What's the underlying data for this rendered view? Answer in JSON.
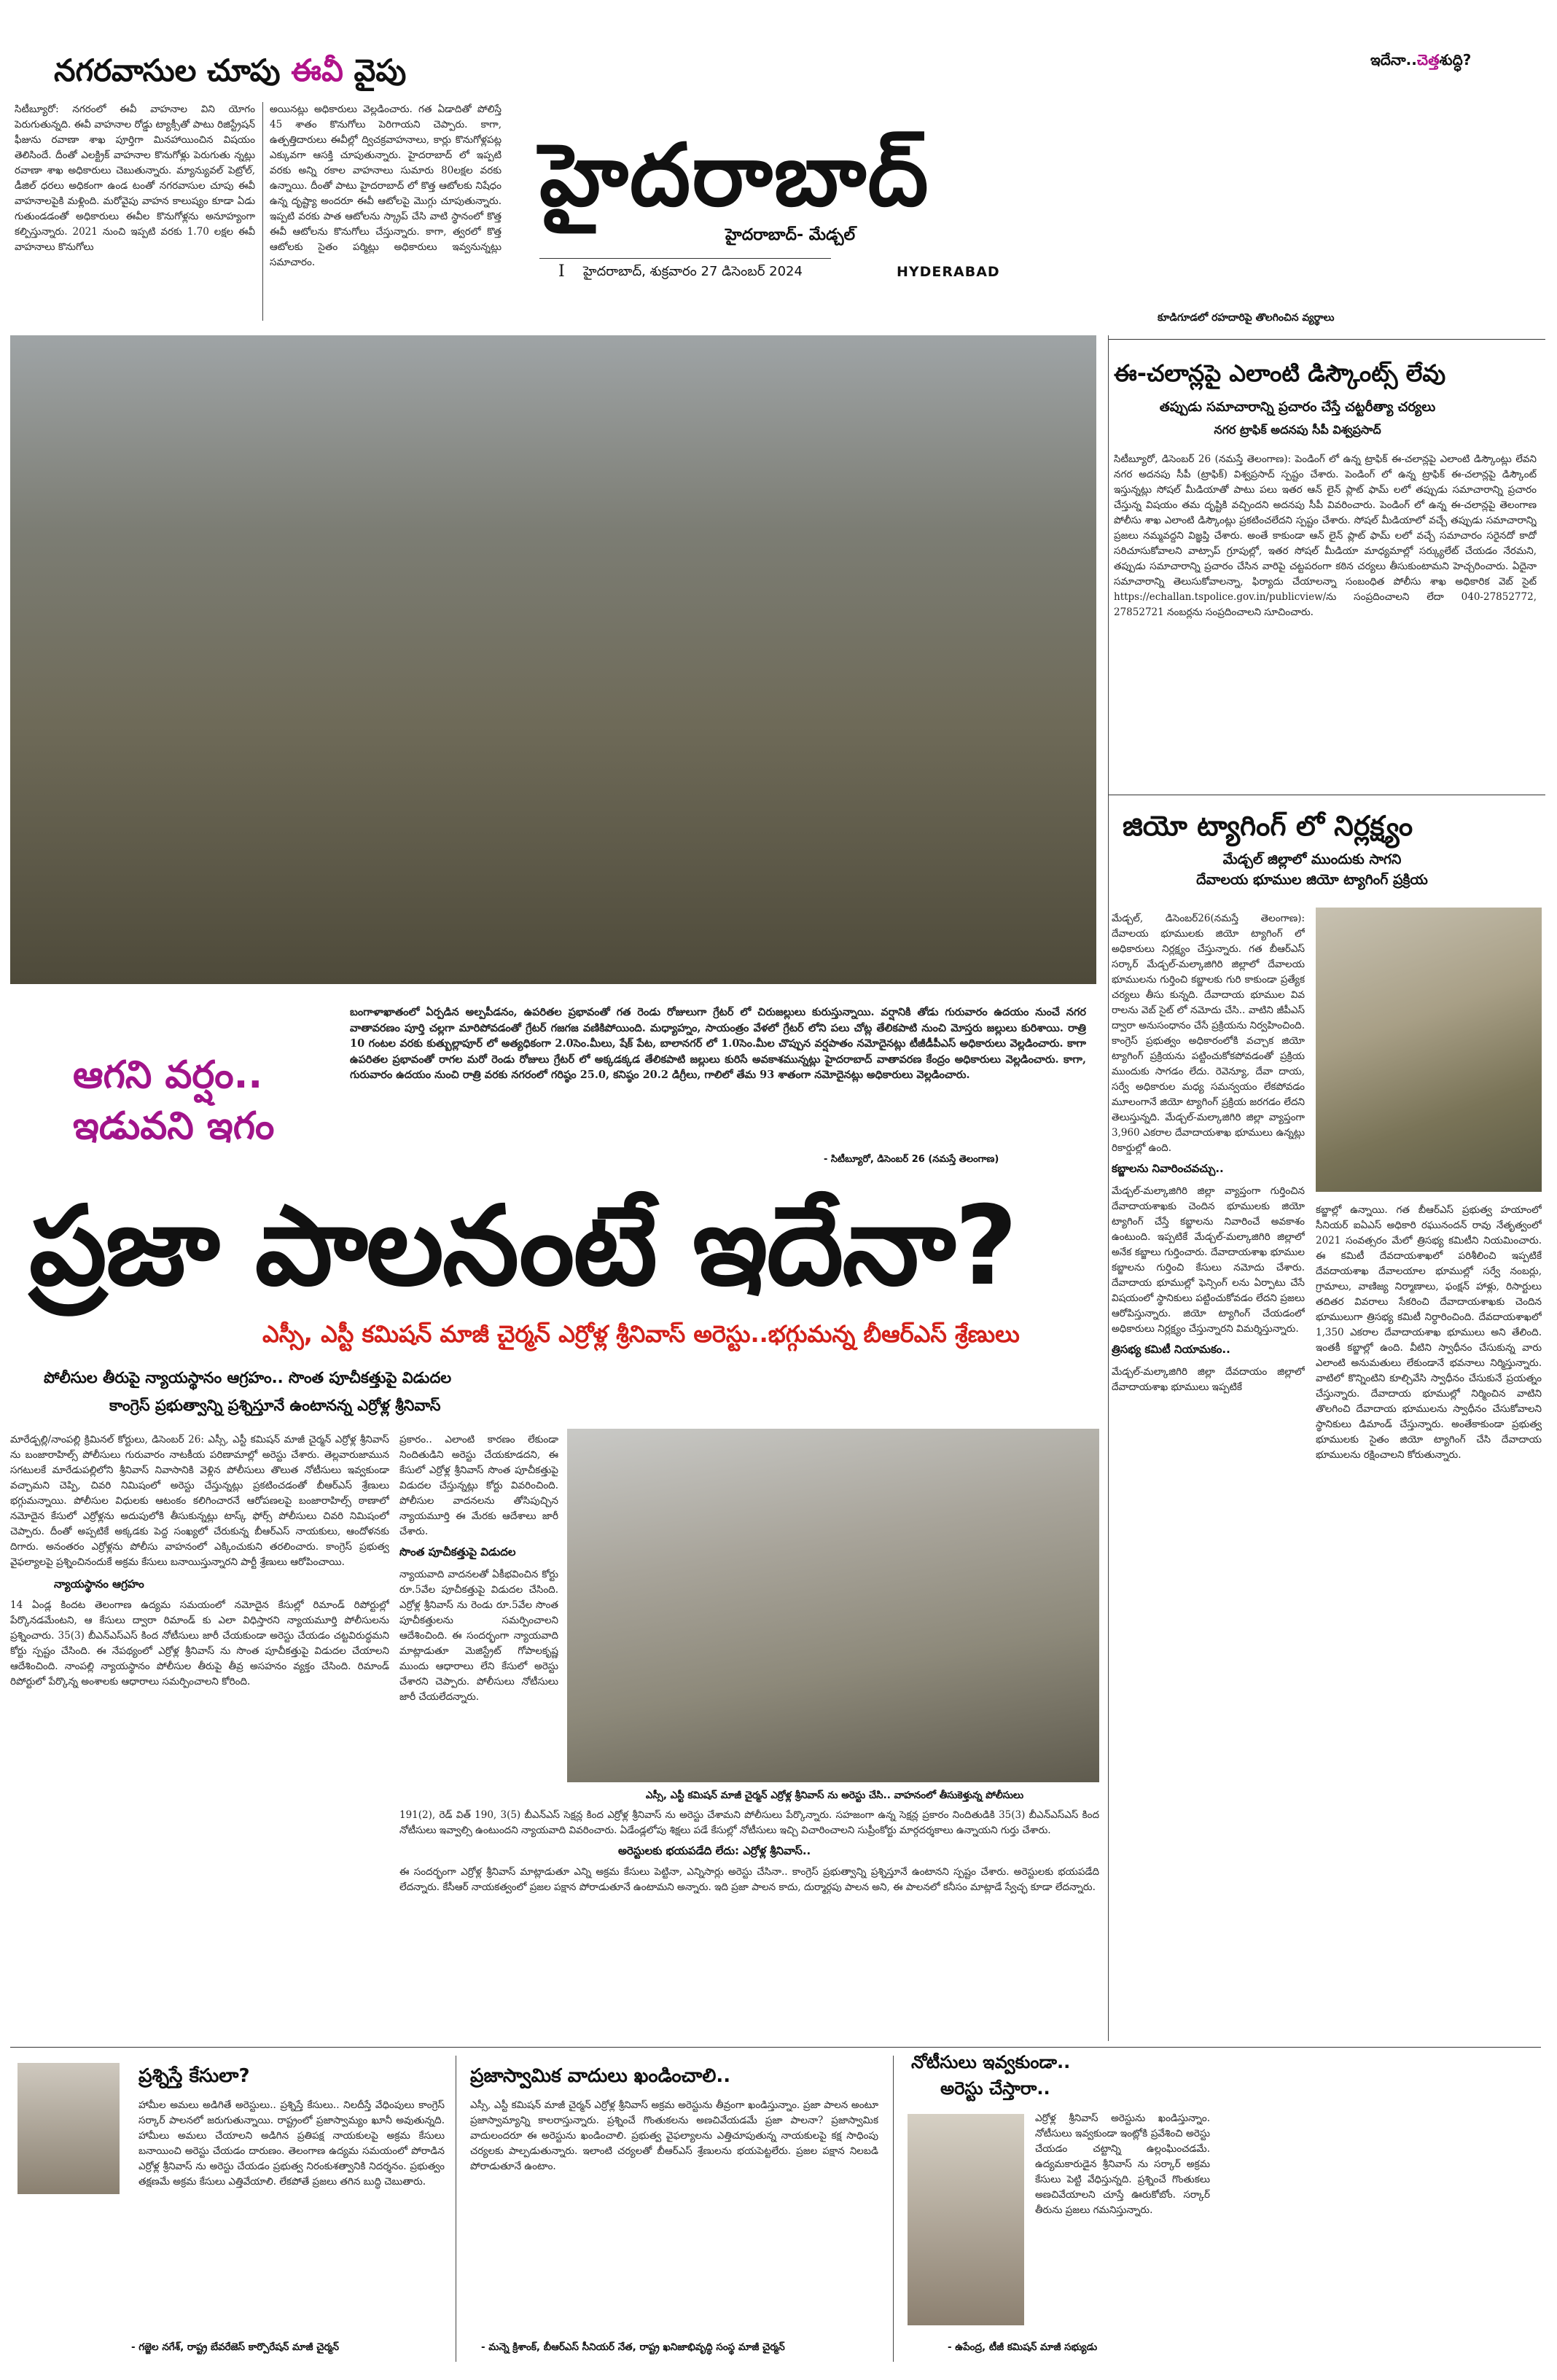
{
  "top_left": {
    "headline_prefix": "నగరవాసుల చూపు ",
    "headline_accent": "ఈవీ",
    "headline_suffix": " వైపు",
    "col1": "సిటీబ్యూరో: నగరంలో ఈవీ వాహనాల విని యోగం పెరుగుతున్నది. ఈవీ వాహనాల రోడ్డు ట్యాక్సీతో పాటు రిజిస్ట్రేషన్ ఫీజును రవాణా శాఖ పూర్తిగా మినహాయించిన విషయం తెలిసిందే. దీంతో ఎలక్ట్రిక్ వాహనాల కొనుగోళ్లు పెరుగుతు న్నట్లు రవాణా శాఖ అధికారులు చెబుతున్నారు. మ్యాన్యువల్ పెట్రోల్, డీజిల్ ధరలు అధికంగా ఉండ టంతో నగరవాసుల చూపు ఈవీ వాహనాలపైకి మళ్లింది. మరోవైపు వాహన కాలుష్యం కూడా ఏడు గుతుండడంతో అధికారులు ఈవీల కొనుగోళ్లను అనూహ్యంగా కల్పిస్తున్నారు. 2021 నుంచి ఇప్పటి వరకు 1.70 లక్షల ఈవీ వాహనాలు కొనుగోలు",
    "col2": "అయినట్లు అధికారులు వెల్లడించారు. గత ఏడాదితో పోలిస్తే 45 శాతం కొనుగోలు పెరిగాయని చెప్పారు. కాగా, ఉత్పత్తిదారులు ఈవీల్లో ద్విచక్రవాహనాలు, కార్లు కొనుగోళ్లపట్ల ఎక్కువగా ఆసక్తి చూపుతున్నారు. హైదరాబాద్ లో ఇప్పటి వరకు అన్ని రకాల వాహనాలు సుమారు 80లక్షల వరకు ఉన్నాయి. దీంతో పాటు హైదరాబాద్ లో కొత్త ఆటోలకు నిషేధం ఉన్న దృష్ట్యా అందరూ ఈవీ ఆటోలపై మొగ్గు చూపుతున్నారు. ఇప్పటి వరకు పాత ఆటోలను స్క్రాప్ చేసి వాటి స్థానంలో కొత్త ఈవీ ఆటోలను కొనుగోలు చేస్తున్నారు. కాగా, త్వరలో కొత్త ఆటోలకు సైతం పర్మిట్లు అధికారులు ఇవ్వనున్నట్లు సమాచారం."
  },
  "masthead": {
    "title": "హైదరాబాద్",
    "subtitle": "హైదరాబాద్- మేడ్చల్",
    "issue_no": "I",
    "dateline": "హైదరాబాద్, శుక్రవారం 27 డిసెంబర్ 2024",
    "english_label": "HYDERABAD"
  },
  "ear": {
    "prefix": "ఇదేనా..",
    "accent": "చెత్త",
    "suffix": "శుద్ధి?"
  },
  "echallan": {
    "kicker": "కూడిగూడలో రహదారిపై తొలగించిన వ్యర్థాలు",
    "headline": "ఈ-చలాన్లపై ఎలాంటి డిస్కౌంట్స్ లేవు",
    "subhead": "తప్పుడు సమాచారాన్ని ప్రచారం చేస్తే చట్టరీత్యా చర్యలు",
    "byline": "నగర ట్రాఫిక్ అదనపు సీపీ విశ్వప్రసాద్",
    "body": "సిటీబ్యూరో, డిసెంబర్ 26 (నమస్తే తెలంగాణ): పెండింగ్ లో ఉన్న ట్రాఫిక్ ఈ-చలాన్లపై ఎలాంటి డిస్కౌంట్లు లేవని నగర అదనపు సీపీ (ట్రాఫిక్) విశ్వప్రసాద్ స్పష్టం చేశారు. పెండింగ్ లో ఉన్న ట్రాఫిక్ ఈ-చలాన్లపై డిస్కౌంట్ ఇస్తున్నట్లు సోషల్ మీడియాతో పాటు పలు ఇతర ఆన్ లైన్ ప్లాట్ ఫామ్ లలో తప్పుడు సమాచారాన్ని ప్రచారం చేస్తున్న విషయం తమ దృష్టికి వచ్చిందని అదనపు సీపీ వివరించారు. పెండింగ్ లో ఉన్న ఈ-చలాన్లపై తెలంగాణ పోలీసు శాఖ ఎలాంటి డిస్కౌంట్లు ప్రకటించలేదని స్పష్టం చేశారు. సోషల్ మీడియాలో వచ్చే తప్పుడు సమాచారాన్ని ప్రజలు నమ్మవద్దని విజ్ఞప్తి చేశారు. అంతే కాకుండా ఆన్ లైన్ ప్లాట్ ఫామ్ లలో వచ్చే సమాచారం సరైనదో కాదో సరిచూసుకోవాలని వాట్సాప్ గ్రూపుల్లో, ఇతర సోషల్ మీడియా మాధ్యమాల్లో సర్క్యులేట్ చేయడం నేరమని, తప్పుడు సమాచారాన్ని ప్రచారం చేసిన వారిపై చట్టపరంగా కఠిన చర్యలు తీసుకుంటామని హెచ్చరించారు. ఏదైనా సమాచారాన్ని తెలుసుకోవాలన్నా, ఫిర్యాదు చేయాలన్నా సంబంధిత పోలీసు శాఖ అధికారిక వెబ్ సైట్ https://echallan.tspolice.gov.in/publicview/ను సంప్రదించాలని లేదా 040-27852772, 27852721 నంబర్లను సంప్రదించాలని సూచించారు."
  },
  "geo": {
    "headline": "జియో ట్యాగింగ్ లో నిర్లక్ష్యం",
    "subhead1": "మేడ్చల్ జిల్లాలో ముందుకు సాగని",
    "subhead2": "దేవాలయ భూముల జియో ట్యాగింగ్ ప్రక్రియ",
    "col1": "మేడ్చల్, డిసెంబర్26(నమస్తే తెలంగాణ): దేవాలయ భూములకు జియో ట్యాగింగ్ లో అధికారులు నిర్లక్ష్యం చేస్తున్నారు. గత బీఆర్ఎస్ సర్కార్ మేడ్చల్-మల్కాజిగిరి జిల్లాలో దేవాలయ భూములను గుర్తించి కబ్జాలకు గురి కాకుండా ప్రత్యేక చర్యలు తీసు కున్నది. దేవాదాయ భూముల వివ రాలను వెబ్ సైట్ లో నమోదు చేసి.. వాటిని జీపీఎస్ ద్వారా అనుసంధానం చేసే ప్రక్రియను నిర్వహించింది. కాంగ్రెస్ ప్రభుత్వం అధికారంలోకి వచ్చాక జియో ట్యాగింగ్ ప్రక్రియను పట్టించుకోకపోవడంతో ప్రక్రియ ముందుకు సాగడం లేదు. రెవెన్యూ, దేవా దాయ, సర్వే అధికారుల మధ్య సమన్వయం లేకపోవడం మూలంగానే జియో ట్యాగింగ్ ప్రక్రియ జరగడం లేదని తెలుస్తున్నది. మేడ్చల్-మల్కాజిగిరి జిల్లా వ్యాప్తంగా 3,960 ఎకరాల దేవాదాయశాఖ భూములు ఉన్నట్లు రికార్డుల్లో ఉంది.",
    "sub1": "కబ్జాలను నివారించవచ్చు..",
    "col1b": "మేడ్చల్-మల్కాజిగిరి జిల్లా వ్యాప్తంగా గుర్తించిన దేవాదాయశాఖకు చెందిన భూములకు జియో ట్యాగింగ్ చేస్తే కబ్జాలను నివారించే అవకాశం ఉంటుంది. ఇప్పటికే మేడ్చల్-మల్కాజిగిరి జిల్లాలో అనేక కబ్జాలు గుర్తించారు. దేవాదాయశాఖ భూముల కబ్జాలను గుర్తించి కేసులు నమోదు చేశారు. దేవాదాయ భూముల్లో ఫెన్సింగ్ లను ఏర్పాటు చేసే విషయంలో స్థానికులు పట్టించుకోవడం లేదని ప్రజలు ఆరోపిస్తున్నారు. జియో ట్యాగింగ్ చేయడంలో అధికారులు నిర్లక్ష్యం చేస్తున్నారని విమర్శిస్తున్నారు.",
    "sub2": "త్రిసభ్య కమిటీ నియామకం..",
    "col1c": "మేడ్చల్-మల్కాజిగిరి జిల్లా దేవదాయం జిల్లాలో దేవాదాయశాఖ భూములు ఇప్పటికే",
    "col2": "కబ్జాల్లో ఉన్నాయి. గత బీఆర్ఎస్ ప్రభుత్వ హయాంలో సీనియర్ ఐఏఎస్ అధికారి రఘునందన్ రావు నేతృత్వంలో 2021 సంవత్సరం మేలో త్రిసభ్య కమిటీని నియమించారు. ఈ కమిటీ దేవదాయశాఖలో పరిశీలించి ఇప్పటికే దేవదాయశాఖ దేవాలయాల భూముల్లో సర్వే నంబర్లు, గ్రామాలు, వాణిజ్య నిర్మాణాలు, ఫంక్షన్ హాళ్లు, రిసార్టులు తదితర వివరాలు సేకరించి దేవాదాయశాఖకు చెందిన భూములుగా త్రిసభ్య కమిటీ నిర్ధారించింది. దేవదాయశాఖలో 1,350 ఎకరాల దేవాదాయశాఖ భూములు అని తేలింది. ఇంతకీ కబ్జాల్లో ఉంది. వీటిని స్వాధీనం చేసుకున్న వారు ఎలాంటి అనుమతులు లేకుండానే భవనాలు నిర్మిస్తున్నారు. వాటిలో కొన్నింటిని కూల్చివేసి స్వాధీనం చేసుకునే ప్రయత్నం చేస్తున్నారు. దేవాదాయ భూముల్లో నిర్మించిన వాటిని తొలగించి దేవాదాయ భూములను స్వాధీనం చేసుకోవాలని స్థానికులు డిమాండ్ చేస్తున్నారు. అంతేకాకుండా ప్రభుత్వ భూములకు సైతం జియో ట్యాగింగ్ చేసి దేవాదాయ భూములను రక్షించాలని కోరుతున్నారు."
  },
  "rain": {
    "line1": "ఆగని వర్షం..",
    "line2": "ఇడువని ఇగం",
    "body": "బంగాళాఖాతంలో ఏర్పడిన అల్పపీడనం, ఉపరితల ప్రభావంతో గత రెండు రోజులుగా గ్రేటర్ లో చిరుజల్లులు కురుస్తున్నాయి. వర్షానికి తోడు గురువారం ఉదయం నుంచే నగర వాతావరణం పూర్తి చల్లగా మారిపోవడంతో గ్రేటర్ గజగజ వణికిపోయింది. మధ్యాహ్నం, సాయంత్రం వేళలో గ్రేటర్ లోని పలు చోట్ల తేలికపాటి నుంచి మోస్తరు జల్లులు కురిశాయి. రాత్రి 10 గంటల వరకు కుత్బుల్లాపూర్ లో అత్యధికంగా 2.0సెం.మీలు, షేక్ పేట, బాలానగర్ లో 1.0సెం.మీల చొప్పున వర్షపాతం నమోదైనట్లు టీజీడీపీఎస్ అధికారులు వెల్లడించారు. కాగా ఉపరితల ప్రభావంతో రాగల మరో రెండు రోజులు గ్రేటర్ లో అక్కడక్కడ తేలికపాటి జల్లులు కురిసే అవకాశమున్నట్లు హైదరాబాద్ వాతావరణ కేంద్రం అధికారులు వెల్లడించారు. కాగా, గురువారం ఉదయం నుంచి రాత్రి వరకు నగరంలో గరిష్ఠం 25.0, కనిష్ఠం 20.2 డిగ్రీలు, గాలిలో తేమ 93 శాతంగా నమోదైనట్లు అధికారులు వెల్లడించారు.",
    "credit": "- సిటీబ్యూరో, డిసెంబర్ 26 (నమస్తే తెలంగాణ)"
  },
  "main": {
    "headline": "ప్రజా పాలనంటే ఇదేనా?",
    "subhead": "ఎస్సీ, ఎస్టీ కమిషన్ మాజీ చైర్మన్ ఎర్రోళ్ల శ్రీనివాస్ అరెస్టు..భగ్గుమన్న బీఆర్ఎస్ శ్రేణులు",
    "deck1": "పోలీసుల తీరుపై న్యాయస్థానం ఆగ్రహం.. సొంత పూచీకత్తుపై విడుదల",
    "deck2": "కాంగ్రెస్ ప్రభుత్వాన్ని ప్రశ్నిస్తూనే ఉంటానన్న ఎర్రోళ్ల శ్రీనివాస్",
    "col1": "మారేడ్పల్లి/నాంపల్లి క్రిమినల్ కోర్టులు, డిసెంబర్ 26: ఎస్సీ, ఎస్టీ కమిషన్ మాజీ చైర్మన్ ఎర్రోళ్ల శ్రీనివాస్ ను బంజారాహిల్స్ పోలీసులు గురువారం నాటకీయ పరిణామాల్లో అరెస్టు చేశారు. తెల్లవారుజామున సగటులకే మారేడుపల్లిలోని శ్రీనివాస్ నివాసానికి వెళ్లిన పోలీసులు తొలుత నోటీసులు ఇవ్వకుండా వచ్చామని చెప్పి, చివరి నిమిషంలో అరెస్టు చేస్తున్నట్లు ప్రకటించడంతో బీఆర్ఎస్ శ్రేణులు భగ్గుమన్నాయి. పోలీసుల విధులకు ఆటంకం కలిగించారనే ఆరోపణలపై బంజారాహిల్స్ ఠాణాలో నమోదైన కేసులో ఎర్రోళ్లను అదుపులోకి తీసుకున్నట్లు టాస్క్ ఫోర్స్ పోలీసులు చివరి నిమిషంలో చెప్పారు. దీంతో అప్పటికే అక్కడకు పెద్ద సంఖ్యలో చేరుకున్న బీఆర్ఎస్ నాయకులు, ఆందోళనకు దిగారు. అనంతరం ఎర్రోళ్లను పోలీసు వాహనంలో ఎక్కించుకుని తరలించారు. కాంగ్రెస్ ప్రభుత్వ వైఫల్యాలపై ప్రశ్నించినందుకే అక్రమ కేసులు బనాయిస్తున్నారని పార్టీ శ్రేణులు ఆరోపించాయి.",
    "sub_court": "న్యాయస్థానం ఆగ్రహం",
    "col1b": "14 ఏండ్ల కిందట తెలంగాణ ఉద్యమ సమయంలో నమోదైన కేసుల్లో రిమాండ్ రిపోర్టుల్లో పేర్కొనడమేంటని, ఆ కేసులు ద్వారా రిమాండ్ కు ఎలా విధిస్తారని న్యాయమూర్తి పోలీసులను ప్రశ్నించారు. 35(3) బీఎన్ఎస్ఎస్ కింద నోటీసులు జారీ చేయకుండా అరెస్టు చేయడం చట్టవిరుద్ధమని కోర్టు స్పష్టం చేసింది. ఈ నేపథ్యంలో ఎర్రోళ్ల శ్రీనివాస్ ను సొంత పూచీకత్తుపై విడుదల చేయాలని ఆదేశించింది. నాంపల్లి న్యాయస్థానం పోలీసుల తీరుపై తీవ్ర అసహనం వ్యక్తం చేసింది. రిమాండ్ రిపోర్టులో పేర్కొన్న అంశాలకు ఆధారాలు సమర్పించాలని కోరింది.",
    "col2": "ప్రకారం.. ఎలాంటి కారణం లేకుండా నిందితుడిని అరెస్టు చేయకూడదని, ఈ కేసులో ఎర్రోళ్ల శ్రీనివాస్ సొంత పూచీకత్తుపై విడుదల చేస్తున్నట్లు కోర్టు వివరించింది. పోలీసుల వాదనలను తోసిపుచ్చిన న్యాయమూర్తి ఈ మేరకు ఆదేశాలు జారీ చేశారు.",
    "sub_bail": "సొంత పూచీకత్తుపై విడుదల",
    "col2b": "న్యాయవాది వాదనలతో ఏకీభవించిన కోర్టు రూ.5వేల పూచీకత్తుపై విడుదల చేసింది. ఎర్రోళ్ల శ్రీనివాస్ ను రెండు రూ.5వేల సొంత పూచీకత్తులను సమర్పించాలని ఆదేశించింది. ఈ సందర్భంగా న్యాయవాది మాట్లాడుతూ మెజిస్ట్రేట్ గోపాలకృష్ణ ముందు ఆధారాలు లేని కేసులో అరెస్టు చేశారని చెప్పారు. పోలీసులు నోటీసులు జారీ చేయలేదన్నారు.",
    "caption": "ఎస్సీ, ఎస్టీ కమిషన్ మాజీ చైర్మన్ ఎర్రోళ్ల శ్రీనివాస్ ను అరెస్టు చేసి.. వాహనంలో తీసుకెళ్తున్న పోలీసులు",
    "col3": "191(2), రెడ్ విత్ 190, 3(5) బీఎన్ఎస్ సెక్షన్ల కింద ఎర్రోళ్ల శ్రీనివాస్ ను అరెస్టు చేశామని పోలీసులు పేర్కొన్నారు. సహజంగా ఉన్న సెక్షన్ల ప్రకారం నిందితుడికి 35(3) బీఎన్ఎస్ఎస్ కింద నోటీసులు ఇవ్వాల్సి ఉంటుందని న్యాయవాది వివరించారు. ఏడేండ్లలోపు శిక్షలు పడే కేసుల్లో నోటీసులు ఇచ్చి విచారించాలని సుప్రీంకోర్టు మార్గదర్శకాలు ఉన్నాయని గుర్తు చేశారు.",
    "sub_fear": "అరెస్టులకు భయపడేది లేదు: ఎర్రోళ్ల శ్రీనివాస్..",
    "col3b": "ఈ సందర్భంగా ఎర్రోళ్ల శ్రీనివాస్ మాట్లాడుతూ ఎన్ని అక్రమ కేసులు పెట్టినా, ఎన్నిసార్లు అరెస్టు చేసినా.. కాంగ్రెస్ ప్రభుత్వాన్ని ప్రశ్నిస్తూనే ఉంటానని స్పష్టం చేశారు. అరెస్టులకు భయపడేది లేదన్నారు. కేసీఆర్ నాయకత్వంలో ప్రజల పక్షాన పోరాడుతూనే ఉంటామని అన్నారు. ఇది ప్రజా పాలన కాదు, దుర్మార్గపు పాలన అని, ఈ పాలనలో కనీసం మాట్లాడే స్వేచ్ఛ కూడా లేదన్నారు."
  },
  "bottom": {
    "b1_head": "ప్రశ్నిస్తే కేసులా?",
    "b1_body": "హామీల అమలు అడిగితే అరెస్టులు.. ప్రశ్నిస్తే కేసులు.. నిలదీస్తే వేధింపులు కాంగ్రెస్ సర్కార్ పాలనలో జరుగుతున్నాయి. రాష్ట్రంలో ప్రజాస్వామ్యం ఖూనీ అవుతున్నది. హామీలు అమలు చేయాలని అడిగిన ప్రతిపక్ష నాయకులపై అక్రమ కేసులు బనాయించి అరెస్టు చేయడం దారుణం. తెలంగాణ ఉద్యమ సమయంలో పోరాడిన ఎర్రోళ్ల శ్రీనివాస్ ను అరెస్టు చేయడం ప్రభుత్వ నిరంకుశత్వానికి నిదర్శనం. ప్రభుత్వం తక్షణమే అక్రమ కేసులు ఎత్తివేయాలి. లేకపోతే ప్రజలు తగిన బుద్ధి చెబుతారు.",
    "b1_credit": "- గజ్జెల నగేశ్, రాష్ట్ర బేవరేజెస్ కార్పొరేషన్ మాజీ చైర్మన్",
    "b2_head": "ప్రజాస్వామిక వాదులు ఖండించాలి..",
    "b2_body": "ఎస్సీ, ఎస్టీ కమిషన్ మాజీ చైర్మన్ ఎర్రోళ్ల శ్రీనివాస్ అక్రమ అరెస్టును తీవ్రంగా ఖండిస్తున్నాం. ప్రజా పాలన అంటూ ప్రజాస్వామ్యాన్ని కాలరాస్తున్నారు. ప్రశ్నించే గొంతుకలను అణచివేయడమే ప్రజా పాలనా? ప్రజాస్వామిక వాదులందరూ ఈ అరెస్టును ఖండించాలి. ప్రభుత్వ వైఫల్యాలను ఎత్తిచూపుతున్న నాయకులపై కక్ష సాధింపు చర్యలకు పాల్పడుతున్నారు. ఇలాంటి చర్యలతో బీఆర్ఎస్ శ్రేణులను భయపెట్టలేరు. ప్రజల పక్షాన నిలబడి పోరాడుతూనే ఉంటాం.",
    "b2_credit": "- మన్నె క్రిశాంక్, బీఆర్ఎస్ సీనియర్ నేత, రాష్ట్ర ఖనిజాభివృద్ధి సంస్థ మాజీ చైర్మన్",
    "b3_head": "నోటీసులు ఇవ్వకుండా..",
    "b3_head2": "అరెస్టు చేస్తారా..",
    "b3_body": "ఎర్రోళ్ల శ్రీనివాస్ అరెస్టును ఖండిస్తున్నాం. నోటీసులు ఇవ్వకుండా ఇంట్లోకి ప్రవేశించి అరెస్టు చేయడం చట్టాన్ని ఉల్లంఘించడమే. ఉద్యమకారుడైన శ్రీనివాస్ ను సర్కార్ అక్రమ కేసులు పెట్టి వేధిస్తున్నది. ప్రశ్నించే గొంతుకలు అణచివేయాలని చూస్తే ఊరుకోబోం. సర్కార్ తీరును ప్రజలు గమనిస్తున్నారు.",
    "b3_credit": "- ఉపేంద్ర, టీజీ కమిషన్ మాజీ సభ్యుడు"
  },
  "colors": {
    "accent_magenta": "#b0128a",
    "accent_red": "#d3211a",
    "rain_purple": "#a1148a"
  }
}
